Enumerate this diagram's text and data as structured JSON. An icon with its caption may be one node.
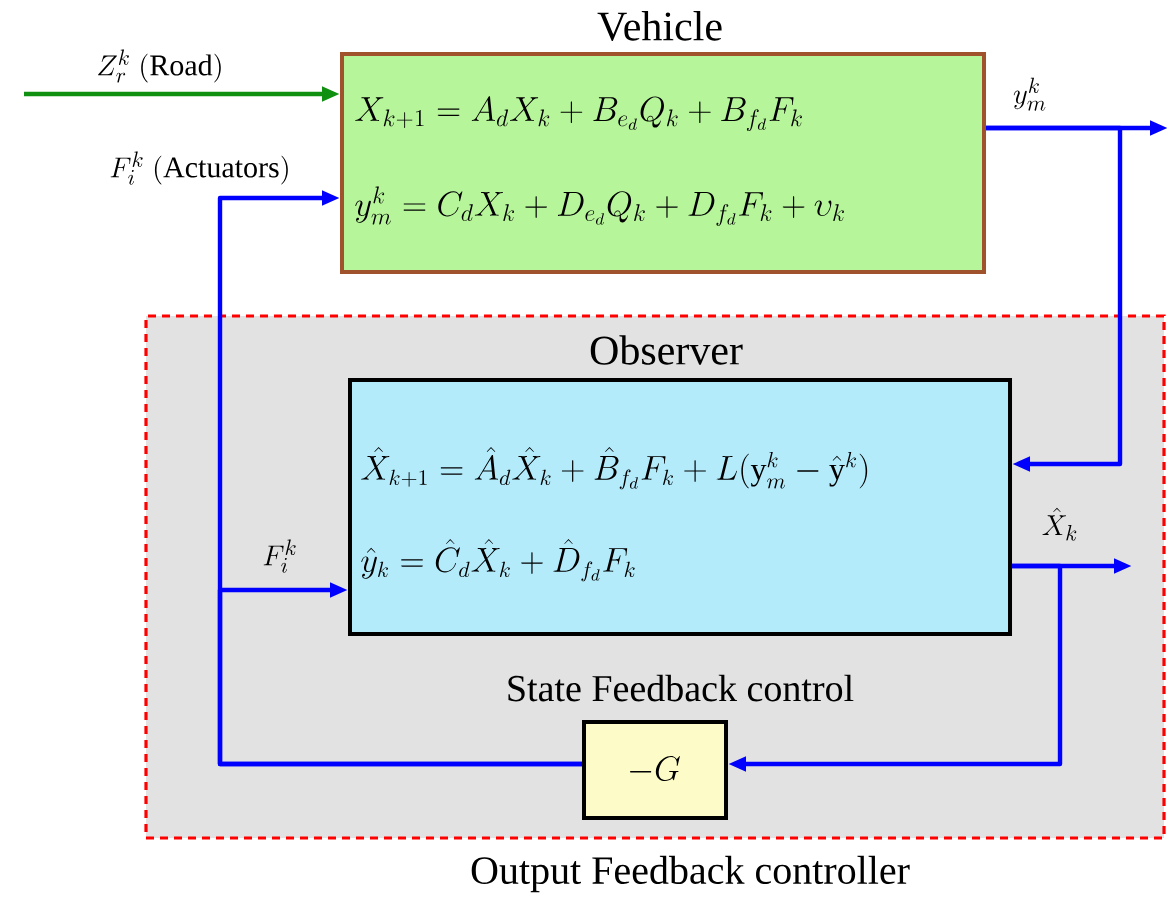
{
  "diagram": {
    "nodes": [
      {
        "text": [
          "Output Feedback controller"
        ]
      },
      {
        "text": [
          "Vehicle",
          "X_{k+1} = A_d X_k + B_{e_d} Q_k + B_{f_d} F_k",
          "y_m^k = C_d X_k + D_{e_d} Q_k + D_{f_d} F_k + \\upsilon_k"
        ]
      },
      {
        "text": [
          "Observer",
          "\\hat{X}_{k+1} = \\hat{A}_d \\hat{X}_k + \\hat{B}_{f_d} F_k + L(\\mathrm{y}_m^k - \\hat{\\mathrm{y}}^k)",
          "\\hat{y}_k = \\hat{C}_d \\hat{X}_k + \\hat{D}_{f_d} F_k"
        ],
        "in": 0
      },
      {
        "text": [
          "State Feedback control",
          "-G"
        ],
        "in": 0
      }
    ],
    "edges": [
      {
        "from": null,
        "to": 1,
        "arrow": "to",
        "label": "Z_r^k\\ \\mathrm{(Road)}",
        "color": "#109010"
      },
      {
        "from": 3,
        "to": 1,
        "arrow": "to",
        "label": "F_i^k\\ \\mathrm{(Actuators)}"
      },
      {
        "from": 3,
        "to": 2,
        "arrow": "to",
        "label": "F_i^k"
      },
      {
        "from": 1,
        "to": null,
        "arrow": "to",
        "label": "y_m^k"
      },
      {
        "from": 1,
        "to": 2,
        "arrow": "to"
      },
      {
        "from": 2,
        "to": null,
        "arrow": "to",
        "label": "\\hat{X}_k"
      },
      {
        "from": 2,
        "to": 3,
        "arrow": "to"
      }
    ]
  }
}
